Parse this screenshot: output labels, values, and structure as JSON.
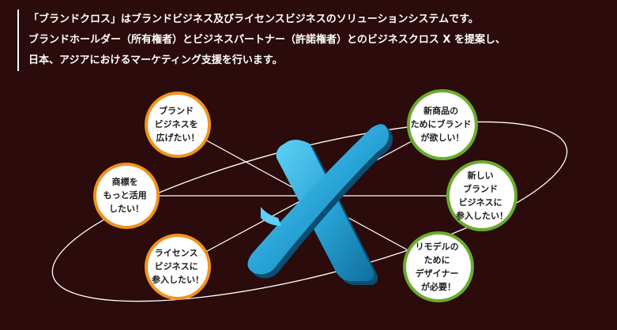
{
  "intro": {
    "lines": [
      "「ブランドクロス」はブランドビジネス及びライセンスビジネスのソリューションシステムです。",
      "ブランドホールダー（所有権者）とビジネスパートナー（許諾権者）とのビジネスクロス X を提案し、",
      "日本、アジアにおけるマーケティング支援を行います。"
    ]
  },
  "colors": {
    "background": "#2b0b0b",
    "left_ring": "#f0931e",
    "right_ring": "#6aac2d",
    "x_mark": "#2aa5d8",
    "lines": "#ffffff"
  },
  "left_circles": [
    {
      "lines": [
        "ブランド",
        "ビジネスを",
        "広げたい！"
      ]
    },
    {
      "lines": [
        "商標を",
        "もっと活用",
        "したい！"
      ]
    },
    {
      "lines": [
        "ライセンス",
        "ビジネスに",
        "参入したい！"
      ]
    }
  ],
  "right_circles": [
    {
      "lines": [
        "新商品の",
        "ためにブランド",
        "が欲しい！"
      ]
    },
    {
      "lines": [
        "新しい",
        "ブランド",
        "ビジネスに",
        "参入したい！"
      ]
    },
    {
      "lines": [
        "リモデルの",
        "ために",
        "デザイナー",
        "が必要！"
      ]
    }
  ],
  "center_mark": {
    "letter": "X"
  }
}
